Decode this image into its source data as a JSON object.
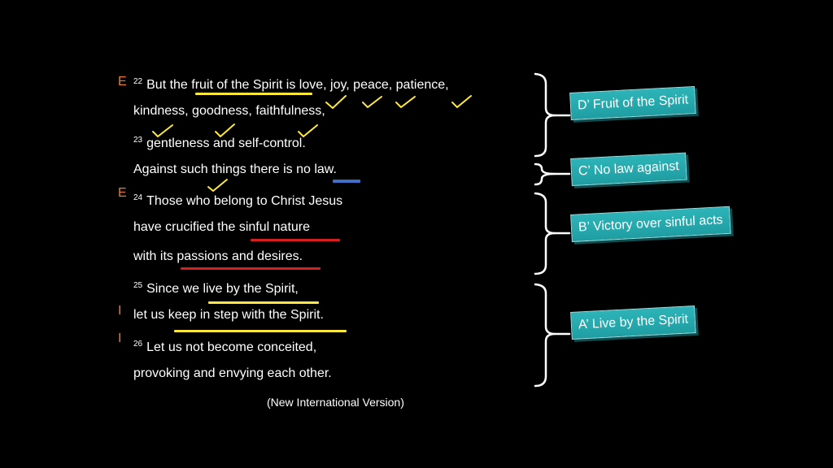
{
  "passage": {
    "lines": [
      {
        "verse": "22",
        "text": "But the fruit of the Spirit is love, joy, peace, patience,"
      },
      {
        "verse": "",
        "text": "kindness, goodness, faithfulness,"
      },
      {
        "verse": "23",
        "text": "gentleness and self-control."
      },
      {
        "verse": "",
        "text": "Against such things there is no law."
      },
      {
        "verse": "24",
        "text": "Those who belong to Christ Jesus"
      },
      {
        "verse": "",
        "text": "have crucified the sinful nature"
      },
      {
        "verse": "",
        "text": "with its passions and desires."
      },
      {
        "verse": "25",
        "text": "Since we live by the Spirit,"
      },
      {
        "verse": "",
        "text": "let us keep in step with the Spirit."
      },
      {
        "verse": "26",
        "text": "Let us not become conceited,"
      },
      {
        "verse": "",
        "text": "provoking and envying each other."
      }
    ],
    "version": "(New International Version)"
  },
  "margin_marks": [
    "E",
    "E",
    "I",
    "I"
  ],
  "labels": {
    "d_prime": "D’ Fruit of the Spirit",
    "c_prime": "C’ No law against",
    "b_prime": "B’ Victory over sinful acts",
    "a_prime": "A’ Live by the Spirit"
  },
  "colors": {
    "background": "#000000",
    "text": "#ffffff",
    "margin_letter": "#f07a22",
    "highlight_yellow": "#ffe83a",
    "highlight_red": "#d61f1f",
    "highlight_blue": "#3f6fc8",
    "label_fill": "#21a6aa"
  }
}
